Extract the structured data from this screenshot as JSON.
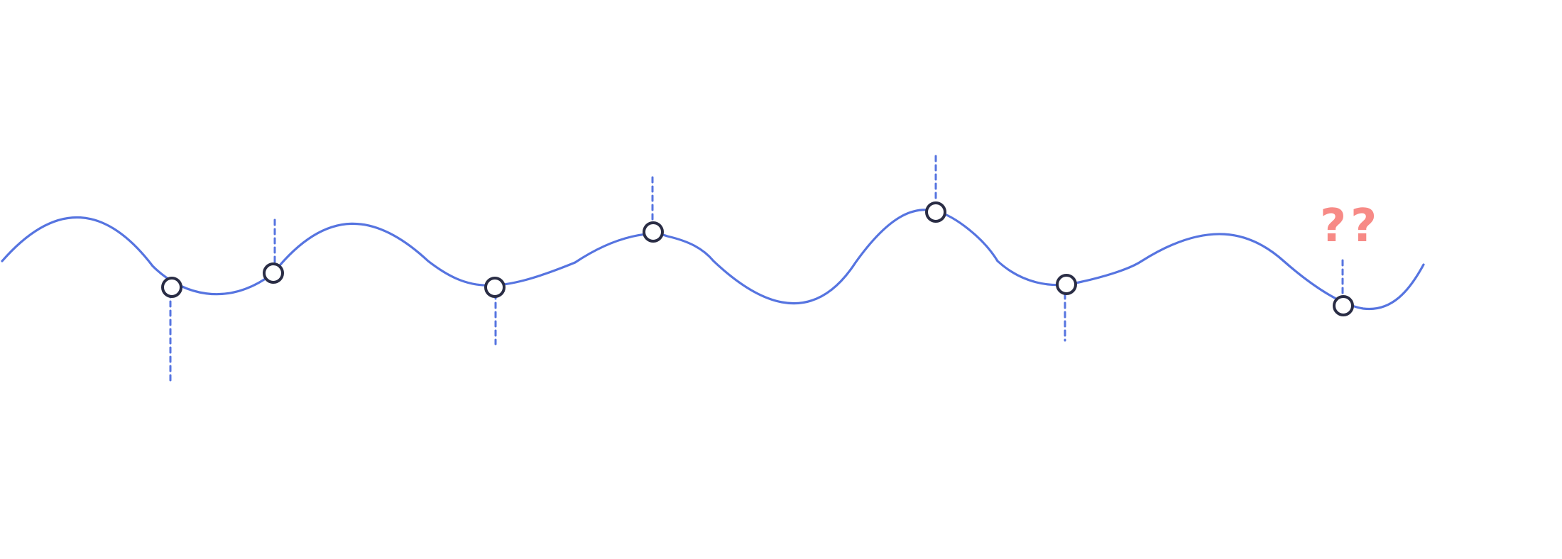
{
  "colors": {
    "wave": "#5674e0",
    "guide": "#5674e0",
    "marker_stroke": "#2a2d45",
    "marker_fill": "#ffffff",
    "annotation": "#f78a86",
    "background": "#ffffff"
  },
  "annotation": {
    "text": "??"
  },
  "markers": [
    {
      "id": 1,
      "guide": "down"
    },
    {
      "id": 2,
      "guide": "up"
    },
    {
      "id": 3,
      "guide": "down"
    },
    {
      "id": 4,
      "guide": "up"
    },
    {
      "id": 5,
      "guide": "up"
    },
    {
      "id": 6,
      "guide": "down"
    },
    {
      "id": 7,
      "guide": "up"
    }
  ]
}
